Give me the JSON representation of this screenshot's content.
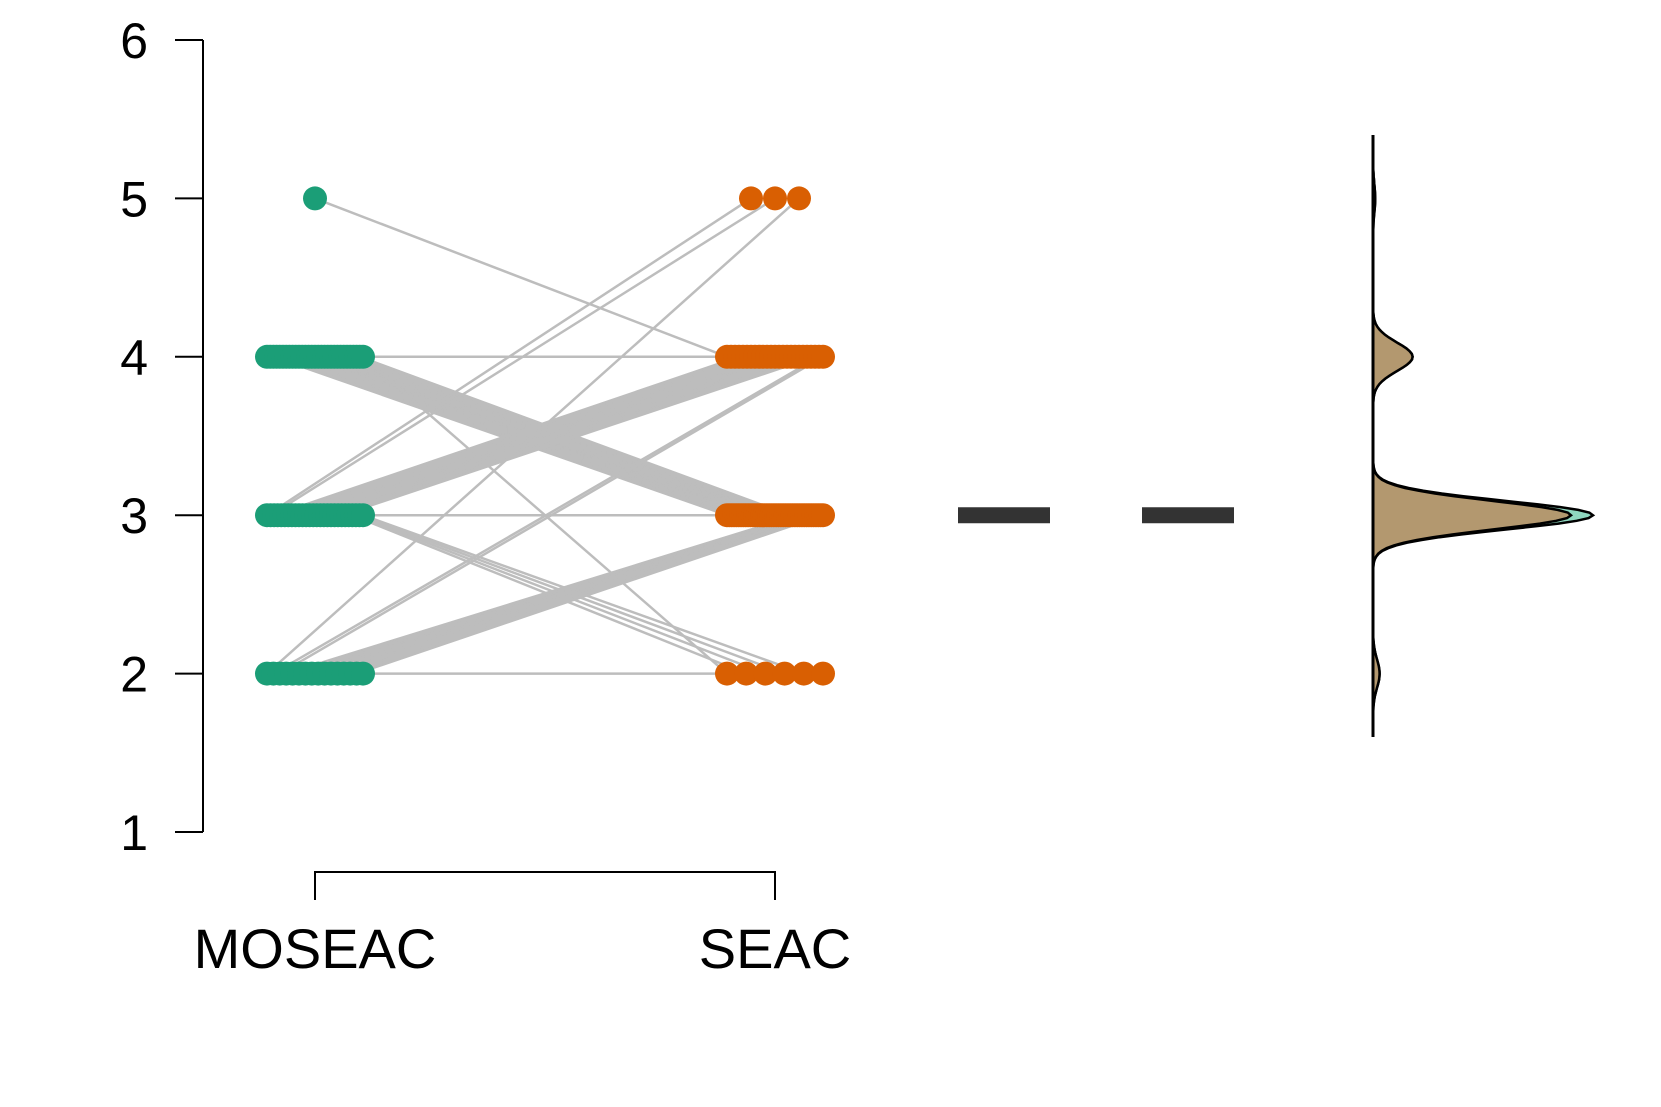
{
  "chart_data": {
    "type": "paired-scatter",
    "categories": [
      "MOSEAC",
      "SEAC"
    ],
    "ylim": [
      1,
      6
    ],
    "yticks": [
      1,
      2,
      3,
      4,
      5,
      6
    ],
    "grid": false,
    "colors": {
      "MOSEAC": "#1b9e77",
      "SEAC": "#d95f02",
      "lines": "#bdbdbd",
      "median_marker": "#333333",
      "density_moseac": "#8fd8c0",
      "density_seac": "#b5956a"
    },
    "transitions": [
      {
        "from": 5,
        "to": 4,
        "count": 1
      },
      {
        "from": 4,
        "to": 4,
        "count": 2
      },
      {
        "from": 4,
        "to": 3,
        "count": 28
      },
      {
        "from": 4,
        "to": 2,
        "count": 1
      },
      {
        "from": 3,
        "to": 5,
        "count": 2
      },
      {
        "from": 3,
        "to": 4,
        "count": 20
      },
      {
        "from": 3,
        "to": 3,
        "count": 2
      },
      {
        "from": 3,
        "to": 2,
        "count": 4
      },
      {
        "from": 2,
        "to": 5,
        "count": 1
      },
      {
        "from": 2,
        "to": 4,
        "count": 2
      },
      {
        "from": 2,
        "to": 3,
        "count": 12
      },
      {
        "from": 2,
        "to": 2,
        "count": 1
      }
    ],
    "medians": {
      "MOSEAC": 3,
      "SEAC": 3
    },
    "density": {
      "MOSEAC": {
        "peaks": [
          [
            2.0,
            0.03
          ],
          [
            3.0,
            1.0
          ],
          [
            4.0,
            0.18
          ],
          [
            5.0,
            0.01
          ]
        ],
        "range": [
          1.6,
          5.4
        ]
      },
      "SEAC": {
        "peaks": [
          [
            2.0,
            0.03
          ],
          [
            3.0,
            0.9
          ],
          [
            4.0,
            0.18
          ],
          [
            5.0,
            0.01
          ]
        ],
        "range": [
          1.6,
          5.4
        ]
      }
    }
  }
}
